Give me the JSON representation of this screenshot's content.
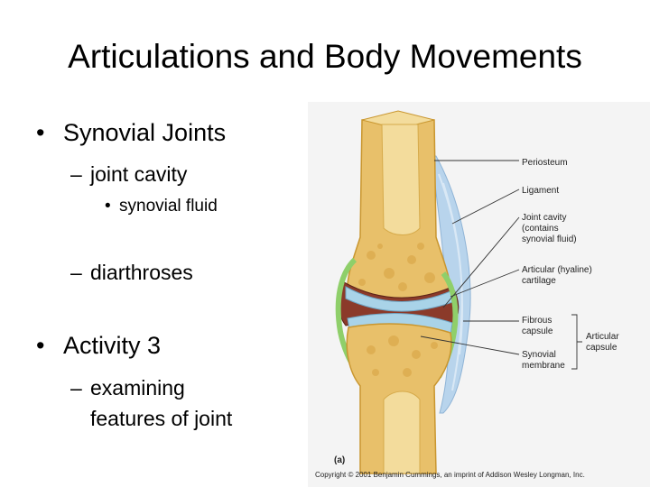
{
  "slide": {
    "title": "Articulations and Body Movements",
    "bullets": {
      "b1": "Synovial Joints",
      "b1_sub1": "joint cavity",
      "b1_sub1_sub1": "synovial fluid",
      "b1_sub2": "diarthroses",
      "b2": "Activity 3",
      "b2_sub1": "examining features of joint"
    },
    "bullet_char": "•",
    "dash_char": "–"
  },
  "figure": {
    "labels": {
      "periosteum": "Periosteum",
      "ligament": "Ligament",
      "joint_cavity_1": "Joint cavity",
      "joint_cavity_2": "(contains",
      "joint_cavity_3": "synovial fluid)",
      "articular_cartilage_1": "Articular (hyaline)",
      "articular_cartilage_2": "cartilage",
      "fibrous_capsule_1": "Fibrous",
      "fibrous_capsule_2": "capsule",
      "synovial_membrane_1": "Synovial",
      "synovial_membrane_2": "membrane",
      "articular_capsule_1": "Articular",
      "articular_capsule_2": "capsule",
      "panel": "(a)"
    },
    "copyright": "Copyright © 2001 Benjamin Cummings, an imprint of Addison Wesley Longman, Inc.",
    "colors": {
      "bone": "#e8c06a",
      "bone_light": "#f3dc9c",
      "cartilage": "#a9d3e8",
      "synovial_membrane": "#8fcf6a",
      "joint_cavity": "#8b3a2a",
      "ligament": "#b8d4ec"
    }
  }
}
